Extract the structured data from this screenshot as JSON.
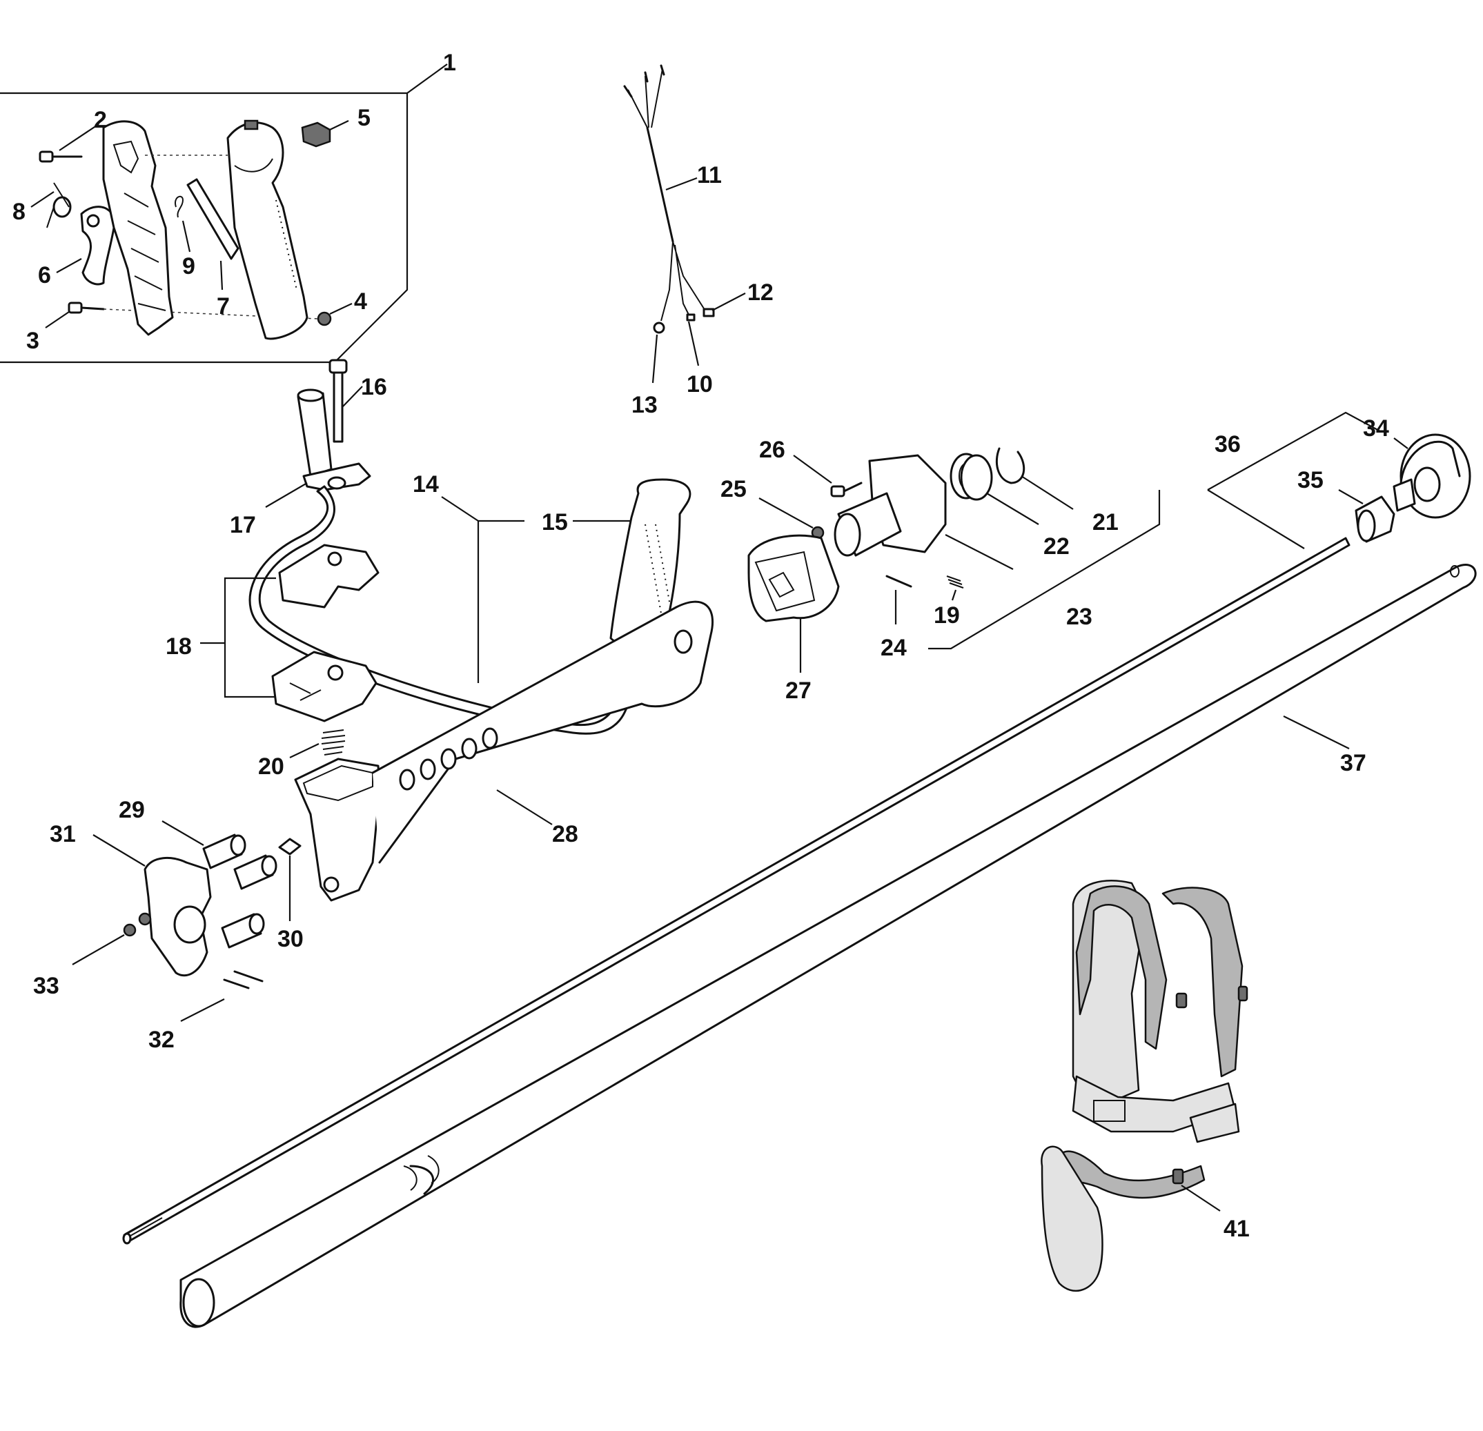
{
  "colors": {
    "line": "#111111",
    "harness_strap": "#b5b5b5",
    "harness_pad": "#d9e8ec"
  },
  "labels": {
    "l1": "1",
    "l2": "2",
    "l3": "3",
    "l4": "4",
    "l5": "5",
    "l6": "6",
    "l7": "7",
    "l8": "8",
    "l9": "9",
    "l10": "10",
    "l11": "11",
    "l12": "12",
    "l13": "13",
    "l14": "14",
    "l15": "15",
    "l16": "16",
    "l17": "17",
    "l18": "18",
    "l19": "19",
    "l20": "20",
    "l21": "21",
    "l22": "22",
    "l23": "23",
    "l24": "24",
    "l25": "25",
    "l26": "26",
    "l27": "27",
    "l28": "28",
    "l29": "29",
    "l30": "30",
    "l31": "31",
    "l32": "32",
    "l33": "33",
    "l34": "34",
    "l35": "35",
    "l36": "36",
    "l37": "37",
    "l41": "41"
  }
}
